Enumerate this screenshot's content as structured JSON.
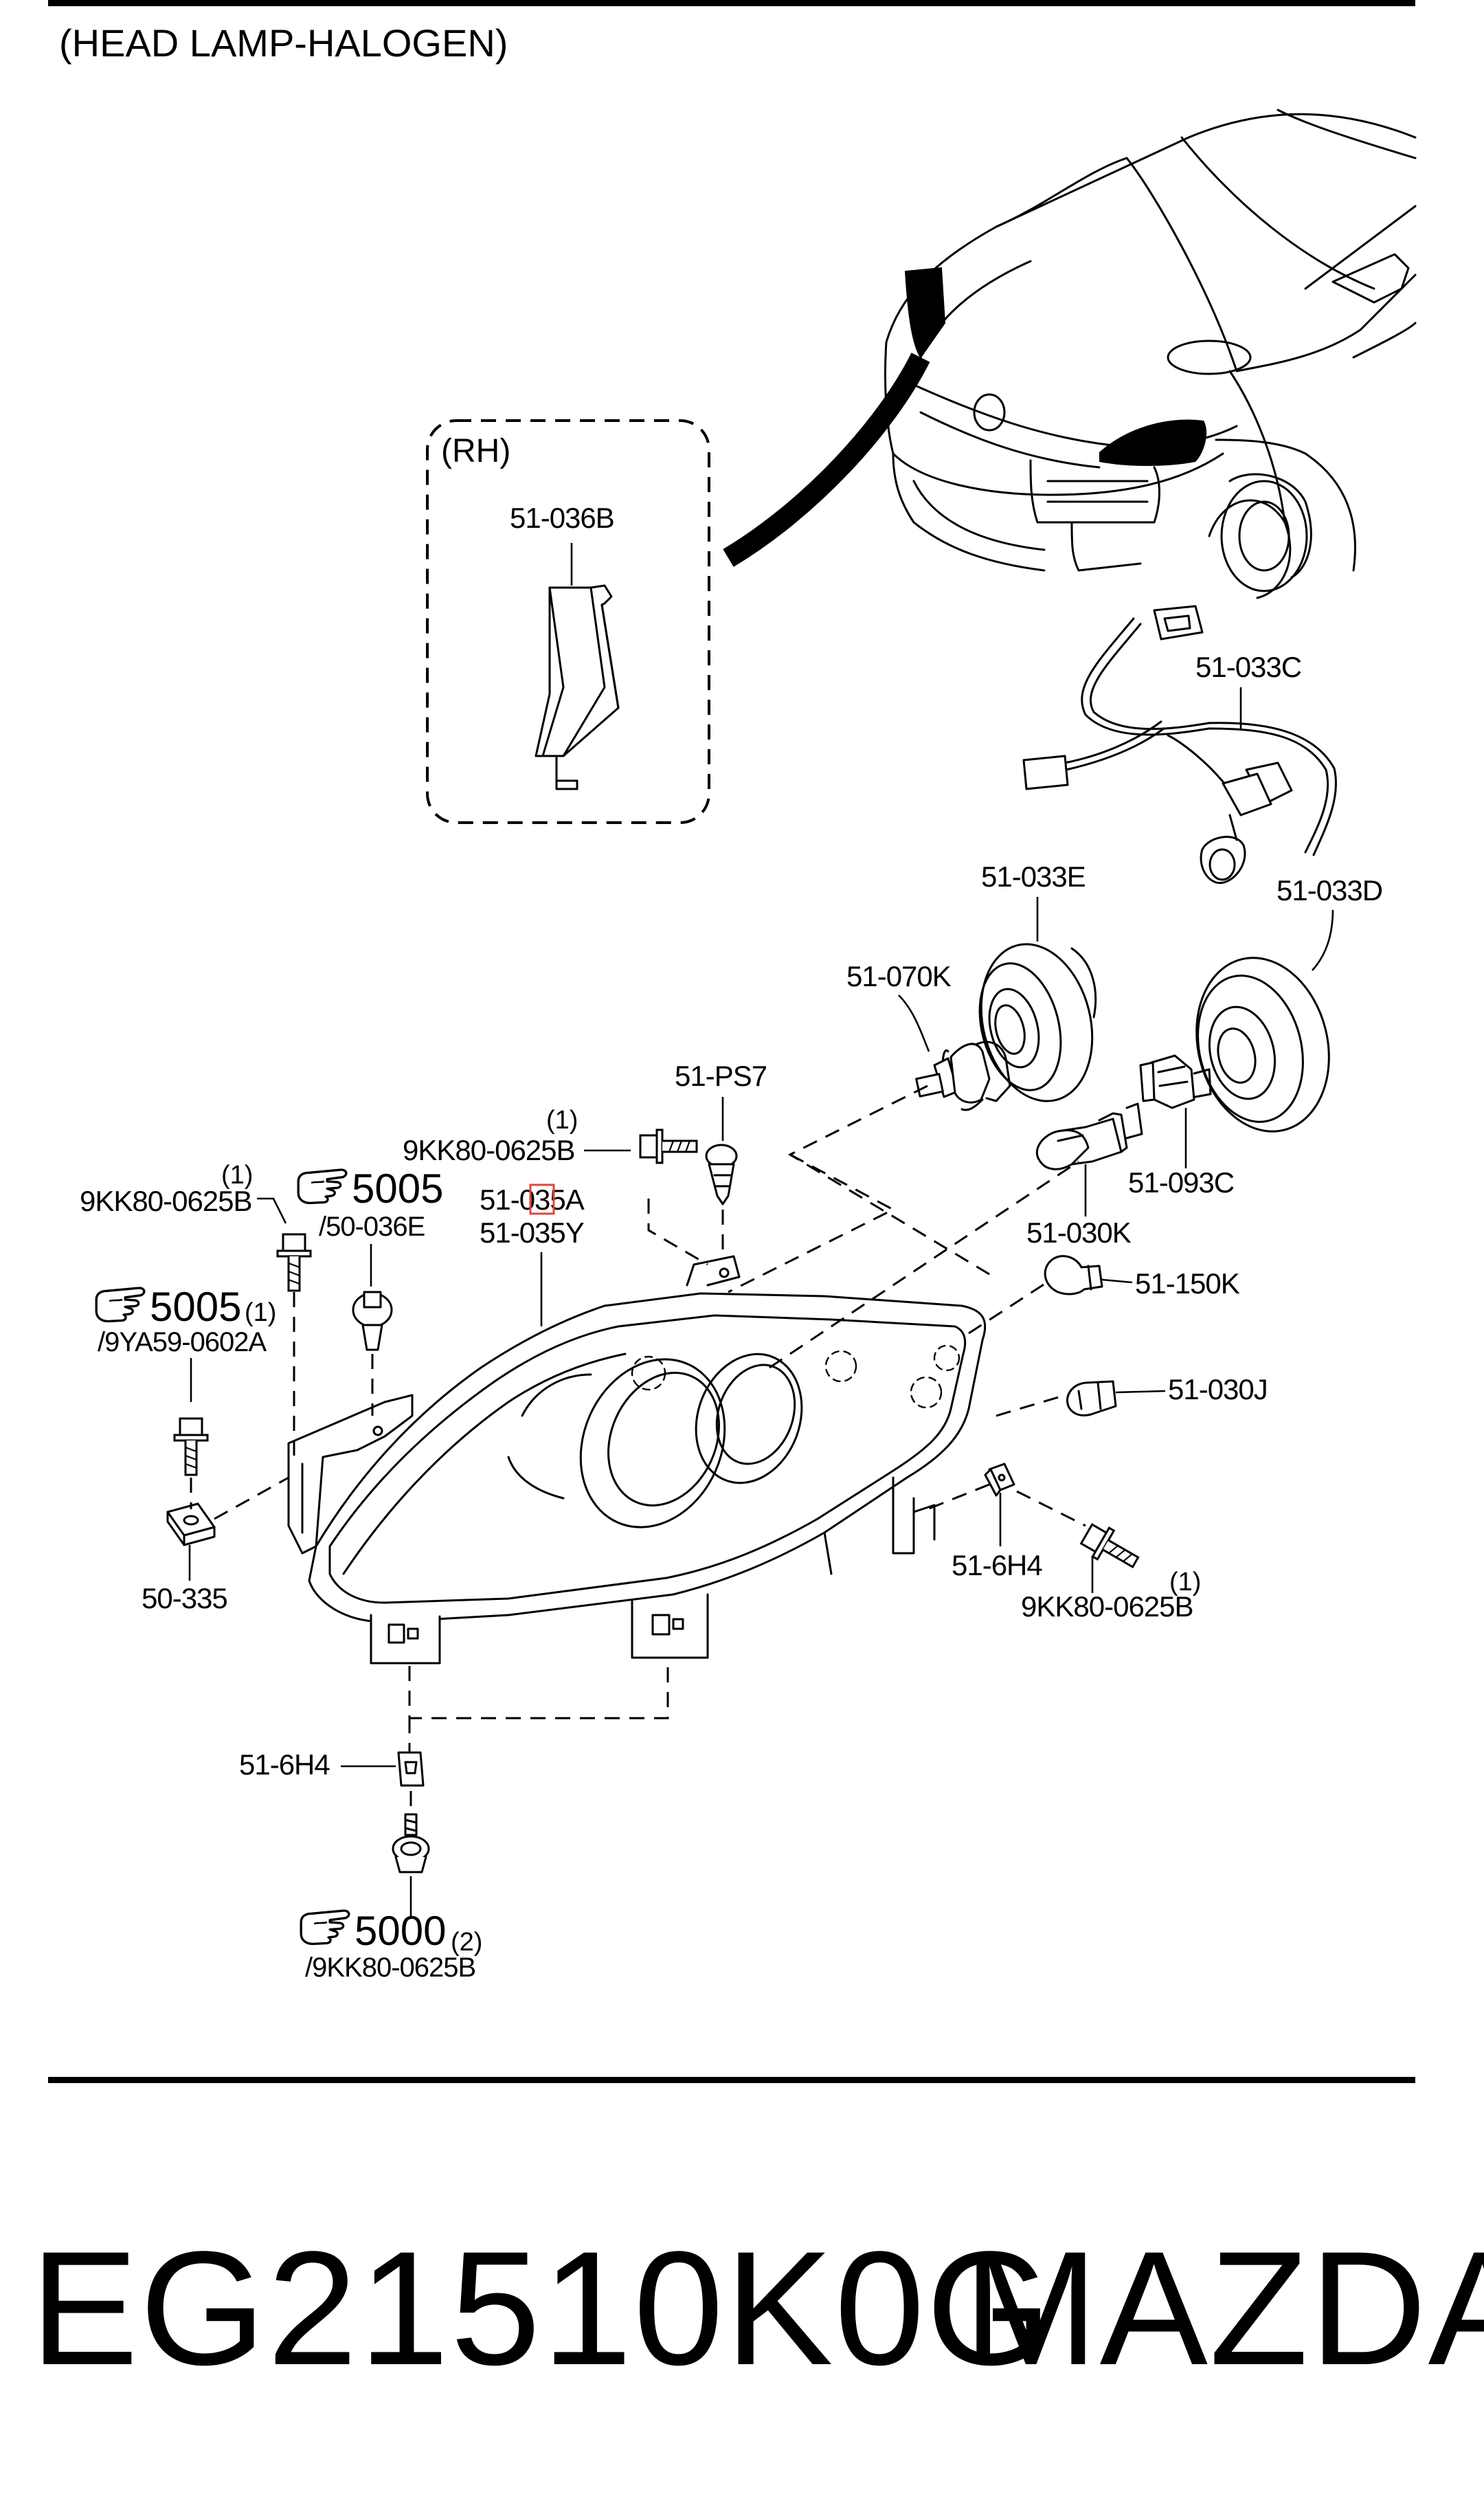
{
  "header": {
    "title": "(HEAD LAMP-HALOGEN)"
  },
  "inset": {
    "label": "(RH)",
    "part": "51-036B"
  },
  "parts": {
    "p_033C": "51-033C",
    "p_033E": "51-033E",
    "p_033D": "51-033D",
    "p_070K": "51-070K",
    "p_PS7": "51-PS7",
    "p_093C": "51-093C",
    "p_030K": "51-030K",
    "p_150K": "51-150K",
    "p_030J": "51-030J",
    "p_6H4_right": "51-6H4",
    "p_6H4_bottom": "51-6H4",
    "p_035A": "51-035A",
    "p_035Y": "51-035Y",
    "p_335": "50-335",
    "bolt_top": "9KK80-0625B",
    "bolt_left": "9KK80-0625B",
    "bolt_right": "9KK80-0625B"
  },
  "quantities": {
    "bolt_top": "(1)",
    "bolt_left": "(1)",
    "bolt_right": "(1)",
    "ref_5005_left": "(1)",
    "ref_5000": "(2)"
  },
  "references": {
    "ref_5005_center": {
      "number": "5005",
      "sub": "/50-036E"
    },
    "ref_5005_left": {
      "number": "5005",
      "sub": "/9YA59-0602A"
    },
    "ref_5000": {
      "number": "5000",
      "sub": "/9KK80-0625B"
    }
  },
  "icons": {
    "pointing_hand": "pointing-hand-icon"
  },
  "footer": {
    "part_number": "EG21510K0G",
    "brand": "MAZDA"
  },
  "colors": {
    "ink": "#000000",
    "paper": "#ffffff",
    "highlight": "#e0463c"
  }
}
